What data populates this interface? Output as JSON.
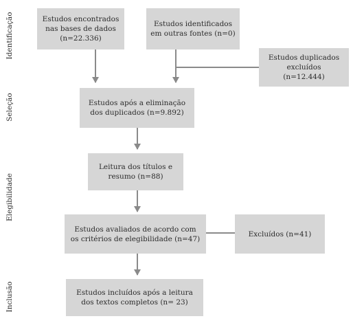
{
  "stages": {
    "identificacao": "Identificação",
    "selecao": "Seleção",
    "elegibilidade": "Elegibilidade",
    "inclusao": "Inclusão"
  },
  "boxes": {
    "bases": {
      "line1": "Estudos encontrados",
      "line2": "nas bases de dados",
      "line3": "(n=22.336)"
    },
    "outras": {
      "line1": "Estudos identificados",
      "line2": "em outras fontes (n=0)"
    },
    "duplicados": {
      "line1": "Estudos duplicados",
      "line2": "excluídos",
      "line3": "(n=12.444)"
    },
    "apos_eliminacao": {
      "line1": "Estudos após a eliminação",
      "line2": "dos duplicados (n=9.892)"
    },
    "leitura": {
      "line1": "Leitura dos títulos e",
      "line2": "resumo (n=88)"
    },
    "avaliados": {
      "line1": "Estudos avaliados de acordo com",
      "line2": "os critérios de elegibilidade (n=47)"
    },
    "excluidos": {
      "line1": "Excluídos (n=41)"
    },
    "incluidos": {
      "line1": "Estudos incluídos após a leitura",
      "line2": "dos textos completos (n= 23)"
    }
  },
  "colors": {
    "box_fill": "#d6d6d6",
    "arrow": "#8a8a8a",
    "text": "#2b2b2b"
  }
}
